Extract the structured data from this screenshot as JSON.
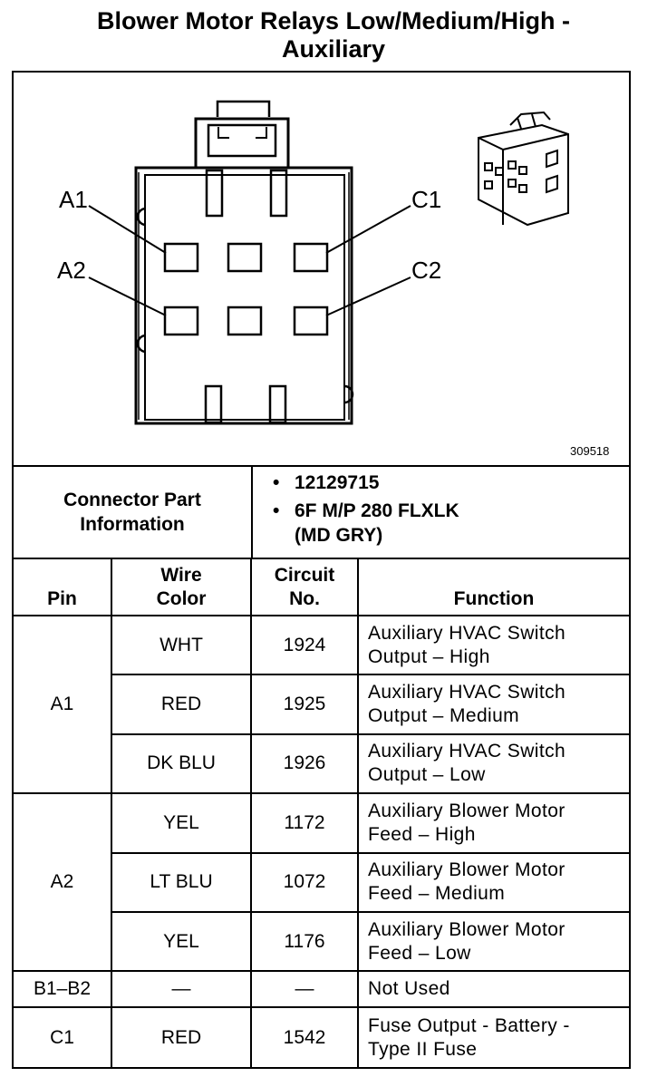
{
  "title": {
    "line1": "Blower Motor Relays Low/Medium/High -",
    "line2": "Auxiliary"
  },
  "figure": {
    "callouts": {
      "a1": "A1",
      "a2": "A2",
      "c1": "C1",
      "c2": "C2"
    },
    "image_id": "309518"
  },
  "connector": {
    "label_line1": "Connector Part",
    "label_line2": "Information",
    "items": [
      "12129715",
      "6F M/P 280 FLXLK",
      "(MD GRY)"
    ]
  },
  "table": {
    "headers": {
      "pin": "Pin",
      "wire_line1": "Wire",
      "wire_line2": "Color",
      "circuit_line1": "Circuit",
      "circuit_line2": "No.",
      "function": "Function"
    },
    "groups": [
      {
        "pin": "A1",
        "rows": [
          {
            "color": "WHT",
            "circuit": "1924",
            "fn1": "Auxiliary HVAC Switch",
            "fn2": "Output – High"
          },
          {
            "color": "RED",
            "circuit": "1925",
            "fn1": "Auxiliary HVAC Switch",
            "fn2": "Output – Medium"
          },
          {
            "color": "DK BLU",
            "circuit": "1926",
            "fn1": "Auxiliary HVAC Switch",
            "fn2": "Output – Low"
          }
        ]
      },
      {
        "pin": "A2",
        "rows": [
          {
            "color": "YEL",
            "circuit": "1172",
            "fn1": "Auxiliary Blower Motor",
            "fn2": "Feed – High"
          },
          {
            "color": "LT BLU",
            "circuit": "1072",
            "fn1": "Auxiliary Blower Motor",
            "fn2": "Feed – Medium"
          },
          {
            "color": "YEL",
            "circuit": "1176",
            "fn1": "Auxiliary Blower Motor",
            "fn2": "Feed – Low"
          }
        ]
      },
      {
        "pin": "B1–B2",
        "rows": [
          {
            "color": "—",
            "circuit": "—",
            "fn1": "Not Used",
            "fn2": ""
          }
        ]
      },
      {
        "pin": "C1",
        "rows": [
          {
            "color": "RED",
            "circuit": "1542",
            "fn1": "Fuse Output - Battery -",
            "fn2": "Type II Fuse"
          }
        ]
      }
    ]
  }
}
